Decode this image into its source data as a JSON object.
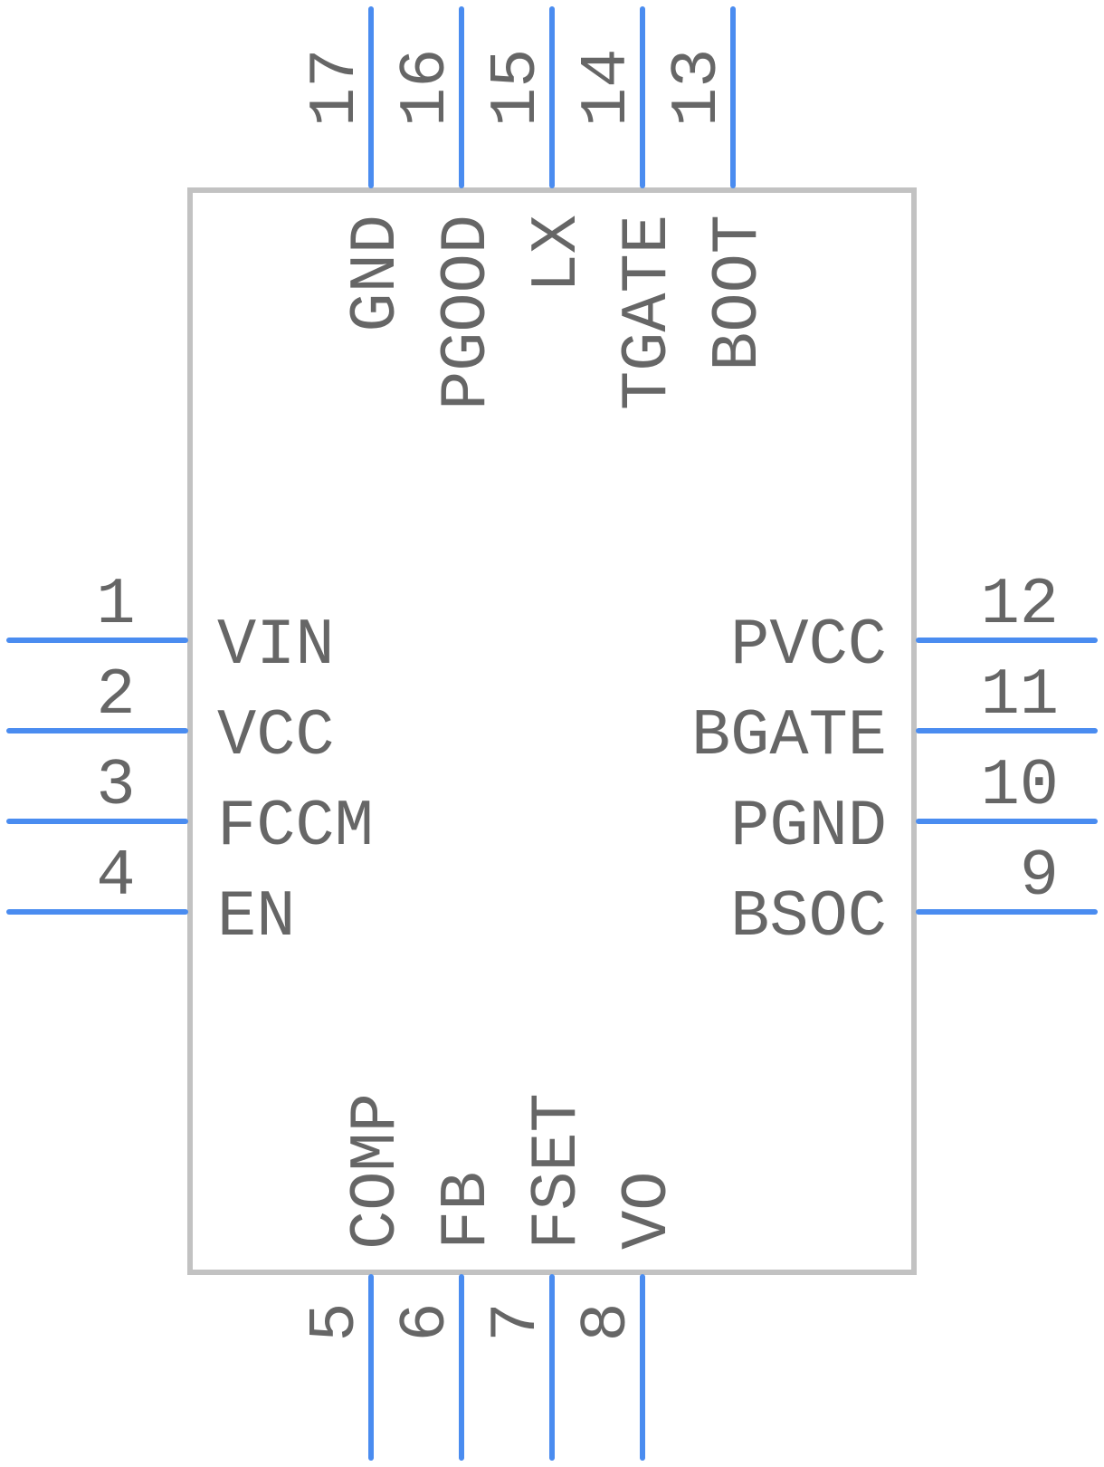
{
  "colors": {
    "body_outline": "#c2c2c2",
    "pin_line": "#4a8cf0",
    "text": "#666666"
  },
  "pins": {
    "left": [
      {
        "number": "1",
        "name": "VIN"
      },
      {
        "number": "2",
        "name": "VCC"
      },
      {
        "number": "3",
        "name": "FCCM"
      },
      {
        "number": "4",
        "name": "EN"
      }
    ],
    "right": [
      {
        "number": "12",
        "name": "PVCC"
      },
      {
        "number": "11",
        "name": "BGATE"
      },
      {
        "number": "10",
        "name": "PGND"
      },
      {
        "number": "9",
        "name": "BSOC"
      }
    ],
    "top": [
      {
        "number": "17",
        "name": "GND"
      },
      {
        "number": "16",
        "name": "PGOOD"
      },
      {
        "number": "15",
        "name": "LX"
      },
      {
        "number": "14",
        "name": "TGATE"
      },
      {
        "number": "13",
        "name": "BOOT"
      }
    ],
    "bottom": [
      {
        "number": "5",
        "name": "COMP"
      },
      {
        "number": "6",
        "name": "FB"
      },
      {
        "number": "7",
        "name": "FSET"
      },
      {
        "number": "8",
        "name": "VO"
      }
    ]
  }
}
